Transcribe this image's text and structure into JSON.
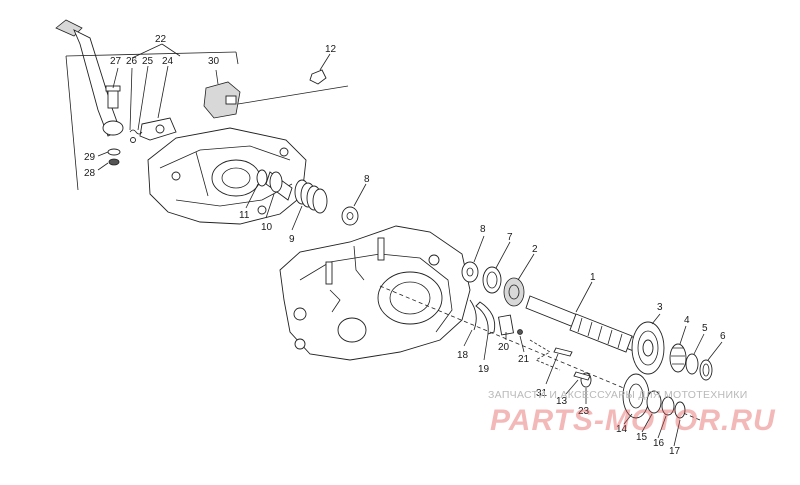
{
  "callouts": {
    "c1": "1",
    "c2": "2",
    "c3": "3",
    "c4": "4",
    "c5": "5",
    "c6": "6",
    "c7": "7",
    "c8a": "8",
    "c8b": "8",
    "c9": "9",
    "c10": "10",
    "c11": "11",
    "c12": "12",
    "c13": "13",
    "c14": "14",
    "c15": "15",
    "c16": "16",
    "c17": "17",
    "c18": "18",
    "c19": "19",
    "c20": "20",
    "c21": "21",
    "c22": "22",
    "c23": "23",
    "c24": "24",
    "c25": "25",
    "c26": "26",
    "c27": "27",
    "c28": "28",
    "c29": "29",
    "c30": "30",
    "c31": "31"
  },
  "watermark": {
    "tagline": "ЗАПЧАСТИ И АКСЕССУАРЫ ДЛЯ МОТОТЕХНИКИ",
    "logo": "PARTS-MOTOR.RU",
    "color": "#e24848"
  }
}
